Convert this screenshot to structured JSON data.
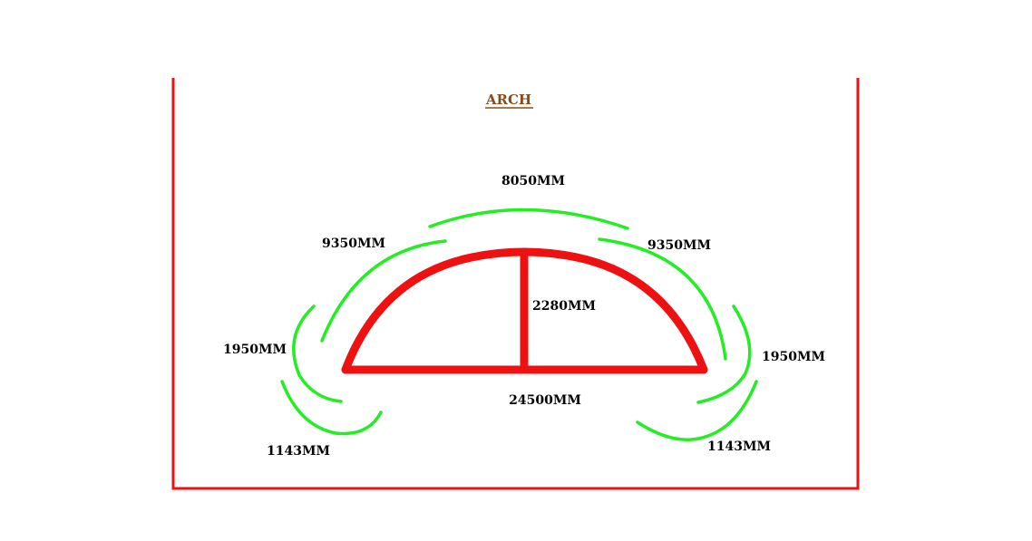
{
  "title": "ARCH",
  "colors": {
    "frame": "#ee1111",
    "arch": "#ee1111",
    "dimension_arcs": "#22ee22",
    "title": "#8a4a1a",
    "labels": "#000000"
  },
  "dimensions": {
    "crown_arc": "8050MM",
    "upper_left_arc": "9350MM",
    "upper_right_arc": "9350MM",
    "rise": "2280MM",
    "left_side": "1950MM",
    "right_side": "1950MM",
    "span": "24500MM",
    "lower_left": "1143MM",
    "lower_right": "1143MM"
  }
}
